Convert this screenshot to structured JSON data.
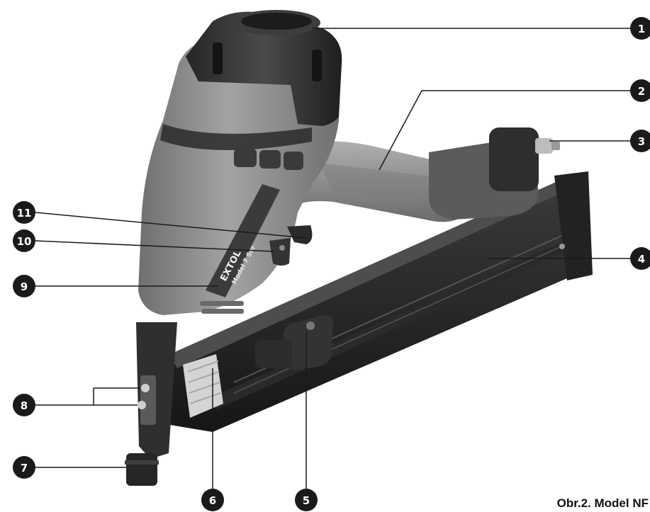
{
  "caption": "Obr.2. Model NF",
  "product": {
    "brand_text": "EXTOL",
    "model_text": "Model 7 Ser"
  },
  "callouts": [
    {
      "number": "1"
    },
    {
      "number": "2"
    },
    {
      "number": "3"
    },
    {
      "number": "4"
    },
    {
      "number": "5"
    },
    {
      "number": "6"
    },
    {
      "number": "7"
    },
    {
      "number": "8"
    },
    {
      "number": "9"
    },
    {
      "number": "10"
    },
    {
      "number": "11"
    }
  ],
  "colors": {
    "badge": "#1a1a1a",
    "leader_line": "#1a1a1a",
    "tool_body": "#8c8c8c",
    "tool_dark": "#2b2b2b"
  }
}
